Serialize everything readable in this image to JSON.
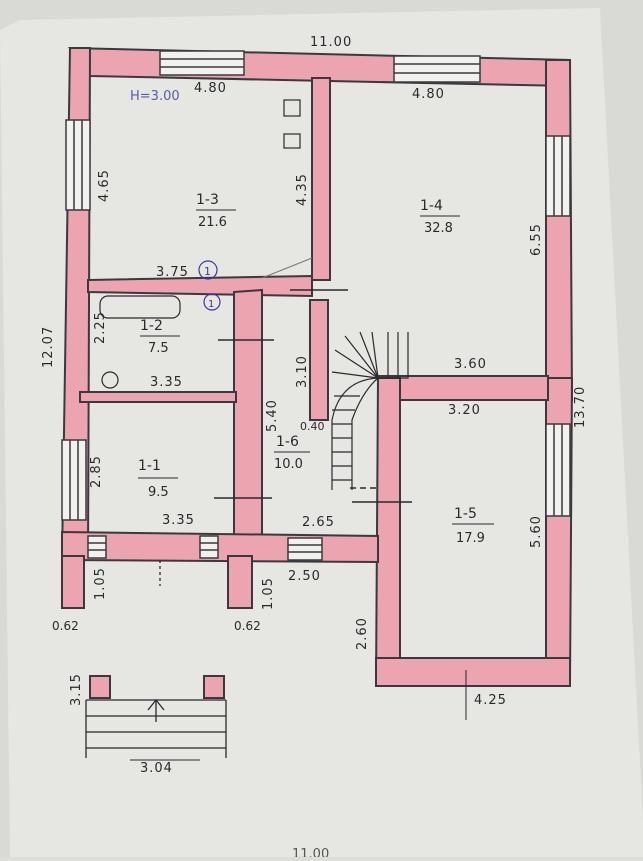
{
  "plan": {
    "ceiling_height": "H=3.00",
    "overall": {
      "width": "11.00",
      "depth": "13.70",
      "left_depth": "12.07",
      "bottom_width": "11.00"
    },
    "rooms": [
      {
        "id": "1-1",
        "area": "9.5"
      },
      {
        "id": "1-2",
        "area": "7.5"
      },
      {
        "id": "1-3",
        "area": "21.6"
      },
      {
        "id": "1-4",
        "area": "32.8"
      },
      {
        "id": "1-5",
        "area": "17.9"
      },
      {
        "id": "1-6",
        "area": "10.0"
      }
    ],
    "dimensions": {
      "d_480_a": "4.80",
      "d_480_b": "4.80",
      "d_465": "4.65",
      "d_435": "4.35",
      "d_655": "6.55",
      "d_375": "3.75",
      "d_225": "2.25",
      "d_335": "3.35",
      "d_310": "3.10",
      "d_360": "3.60",
      "d_320": "3.20",
      "d_540": "5.40",
      "d_040": "0.40",
      "d_285": "2.85",
      "d_335b": "3.35",
      "d_265": "2.65",
      "d_560": "5.60",
      "d_105a": "1.05",
      "d_105b": "1.05",
      "d_250": "2.50",
      "d_062a": "0.62",
      "d_062b": "0.62",
      "d_260": "2.60",
      "d_315": "3.15",
      "d_425": "4.25",
      "d_304": "3.04"
    },
    "markers": {
      "circle_a": "1",
      "circle_b": "1"
    }
  }
}
